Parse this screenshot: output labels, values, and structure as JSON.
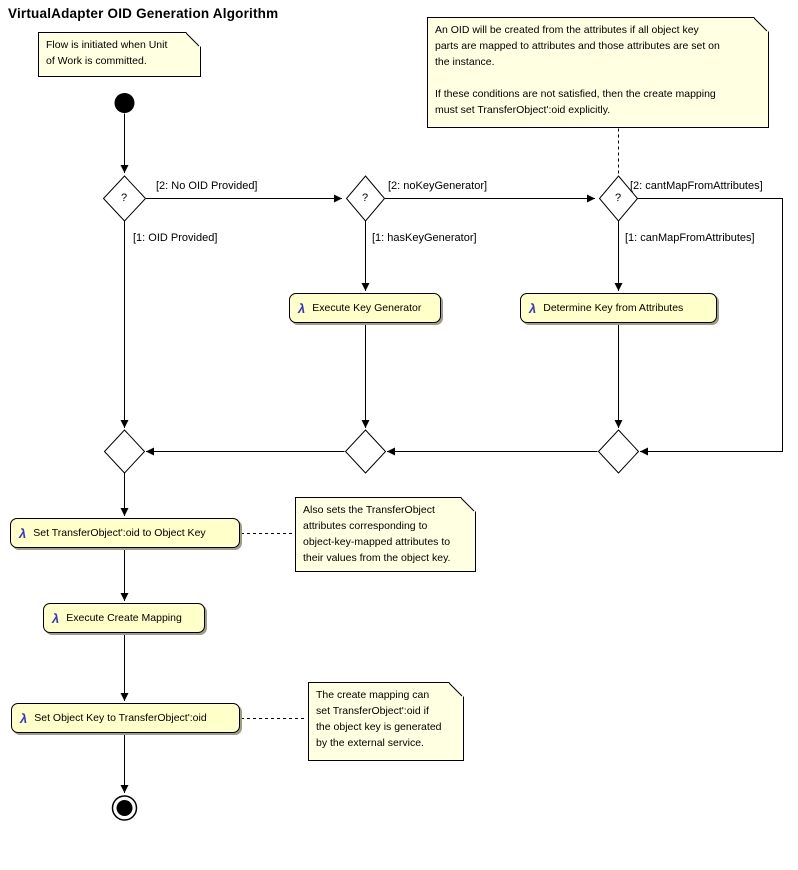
{
  "title": "VirtualAdapter OID Generation Algorithm",
  "colors": {
    "note_fill": "#FFFFE2",
    "activity_fill": "#FFFFC9",
    "lambda_color": "#3333CC",
    "shadow": "#9E9E86",
    "line": "#000000"
  },
  "notes": {
    "init": {
      "text": "Flow is initiated when Unit\nof Work is committed."
    },
    "oid_creation": {
      "text": "An OID will be created from the attributes if all object key\nparts are mapped to attributes and those attributes are set on\nthe instance.\n\nIf these conditions are not satisfied, then the create mapping\nmust set TransferObject':oid explicitly."
    },
    "also_sets": {
      "text": "Also sets the TransferObject\nattributes corresponding to\nobject-key-mapped attributes to\ntheir values from the object key."
    },
    "create_mapping": {
      "text": "The create mapping can\nset TransferObject':oid if\nthe object key is generated\nby the external service."
    }
  },
  "actions": {
    "lambda": "λ",
    "execute_key_generator": "Execute Key Generator",
    "determine_key_from_attributes": "Determine Key from Attributes",
    "set_oid_to_object_key": "Set TransferObject':oid to Object Key",
    "execute_create_mapping": "Execute Create Mapping",
    "set_object_key_to_oid": "Set Object Key to TransferObject':oid"
  },
  "decisions": {
    "marker": "?"
  },
  "guards": {
    "no_oid_provided": "[2: No OID Provided]",
    "oid_provided": "[1: OID Provided]",
    "no_key_generator": "[2: noKeyGenerator]",
    "has_key_generator": "[1: hasKeyGenerator]",
    "cant_map_from_attributes": "[2: cantMapFromAttributes]",
    "can_map_from_attributes": "[1: canMapFromAttributes]"
  }
}
